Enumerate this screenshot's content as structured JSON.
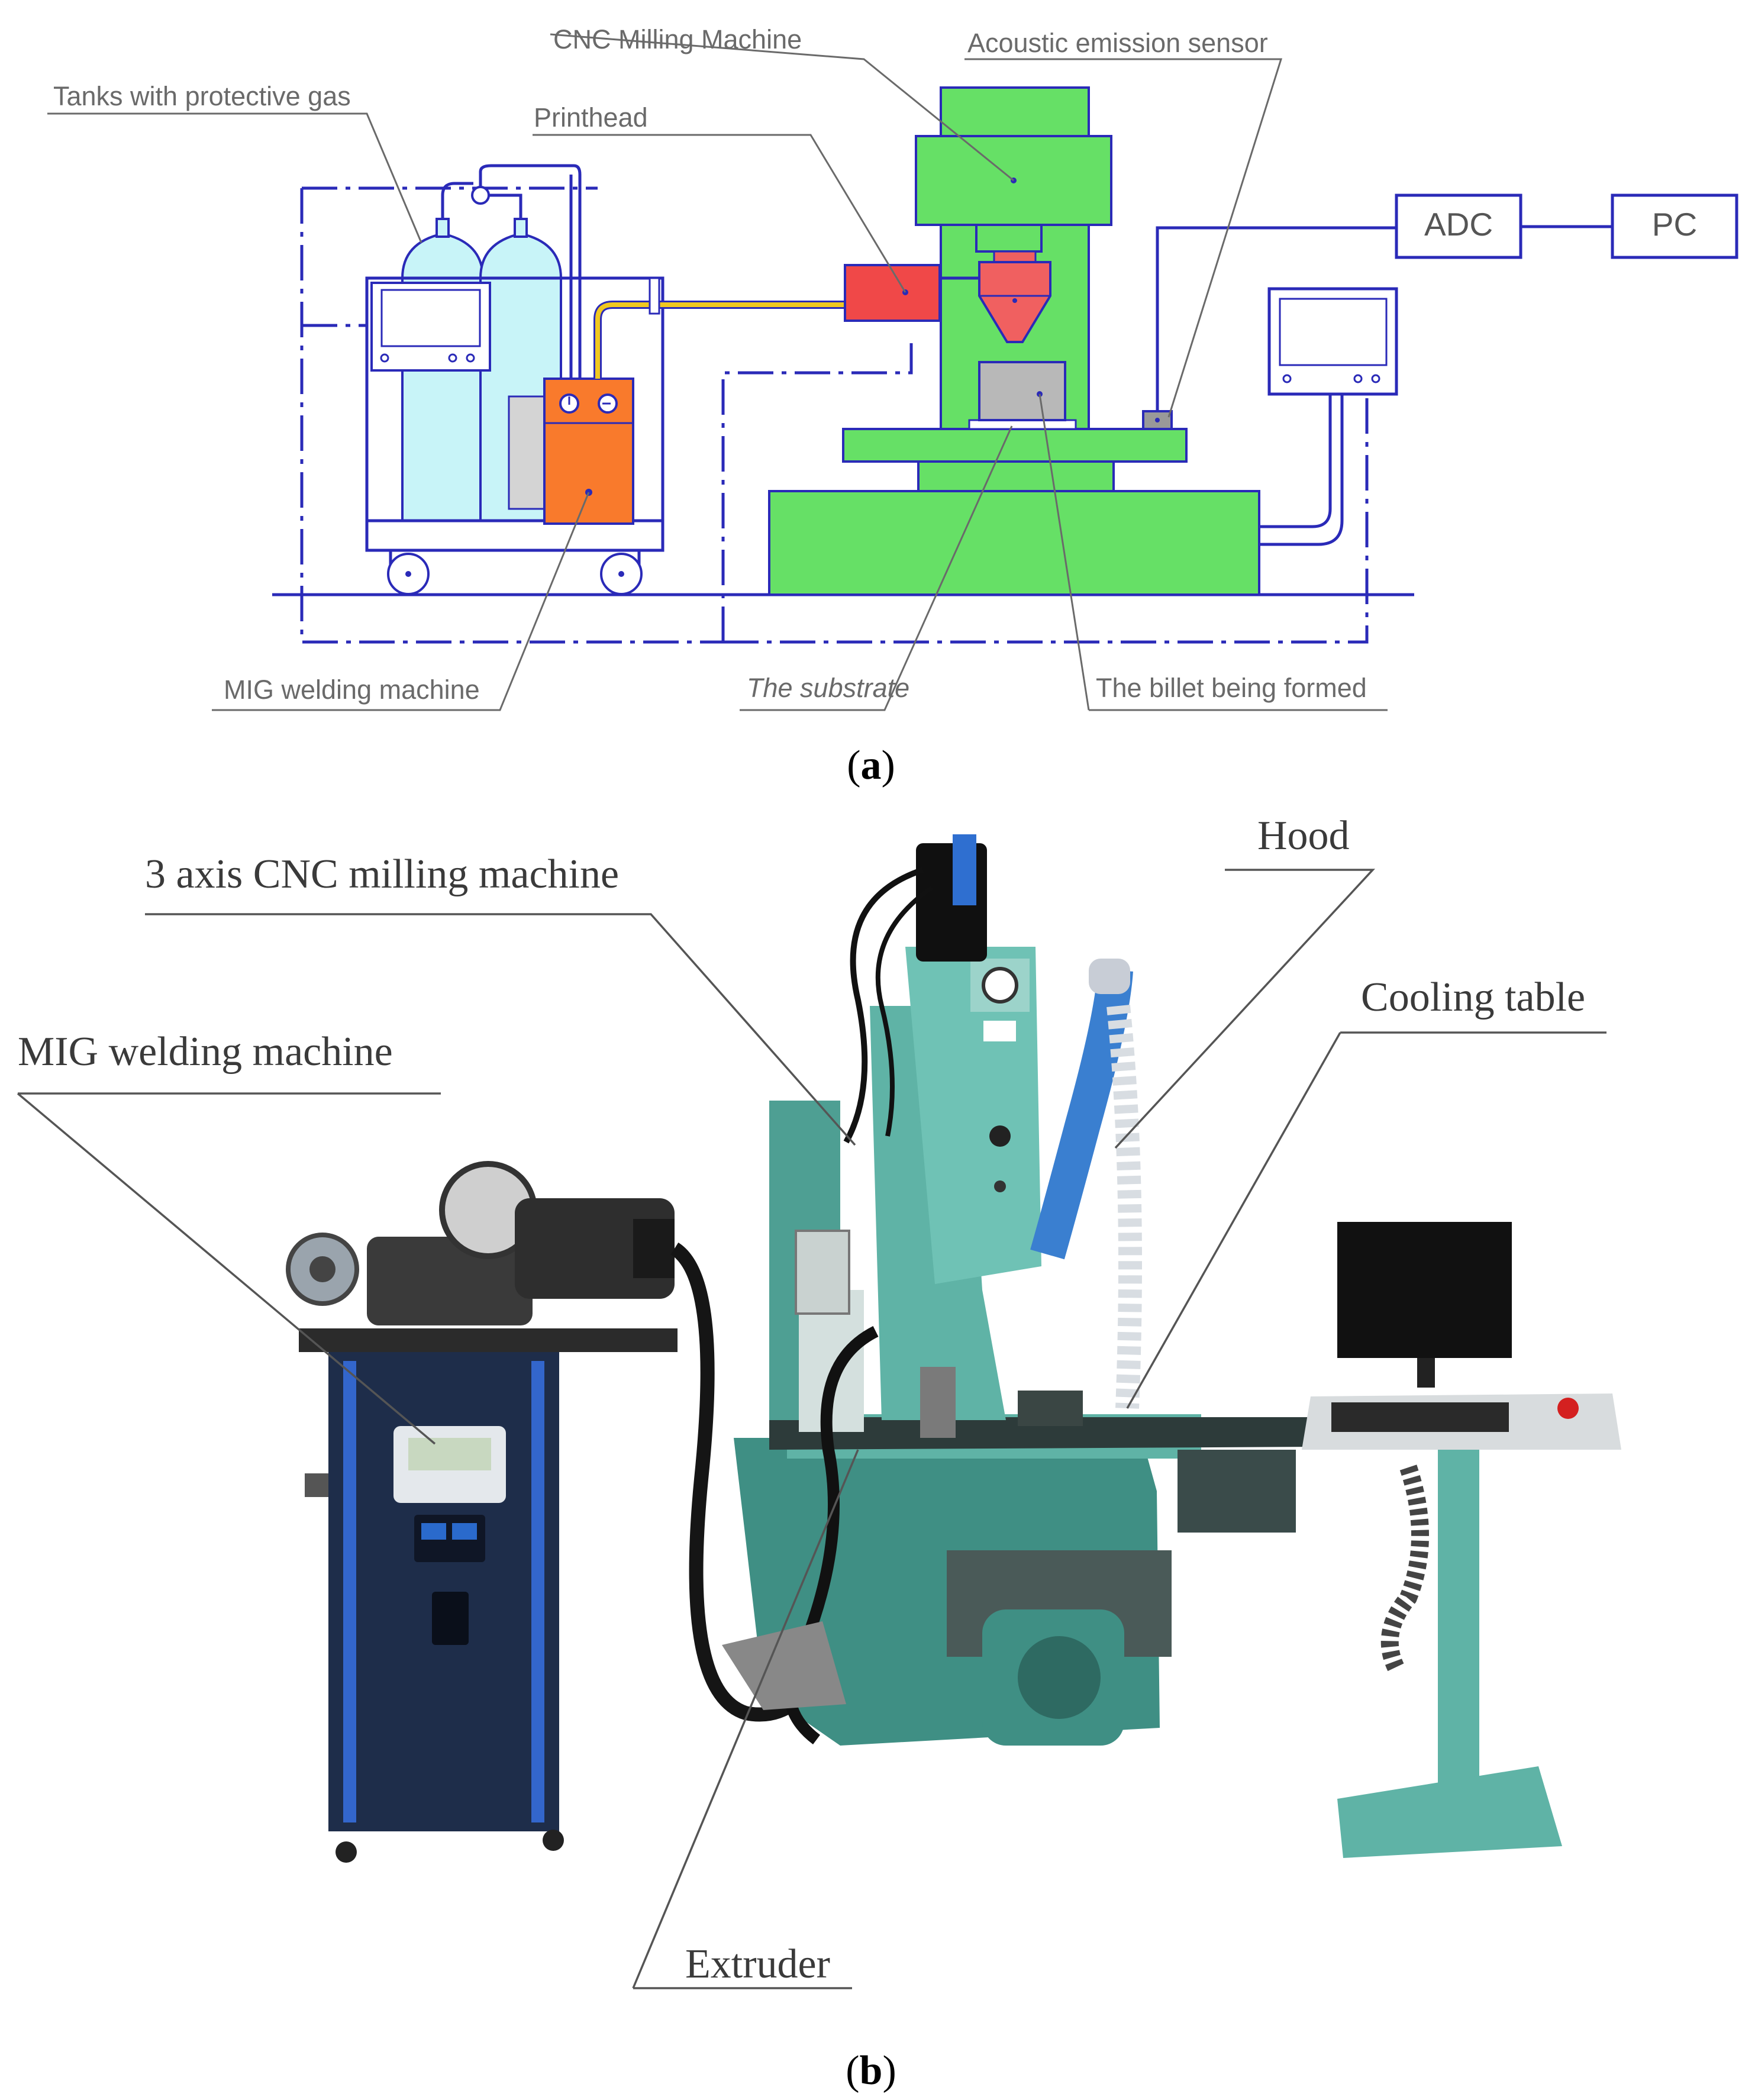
{
  "panel_a": {
    "labels": {
      "cnc_milling_machine": "CNC Milling Machine",
      "acoustic_emission_sensor": "Acoustic emission sensor",
      "tanks_with_protective_gas": "Tanks with protective gas",
      "printhead": "Printhead",
      "adc": "ADC",
      "pc": "PC",
      "mig_welding_machine": "MIG welding machine",
      "the_substrate": "The substrate",
      "the_billet_being_formed": "The billet being formed"
    },
    "caption": {
      "open": "(",
      "letter": "a",
      "close": ")"
    },
    "colors": {
      "machine_green": "#66e066",
      "printhead_red": "#f04848",
      "nozzle_red": "#f06060",
      "gas_tank": "#c8f4f8",
      "welder_orange": "#f97a2c",
      "billet_gray": "#b8b8b8",
      "outline_blue": "#2a2ab8",
      "wire_yellow": "#f0c820"
    }
  },
  "panel_b": {
    "labels": {
      "three_axis_cnc": "3 axis CNC milling machine",
      "hood": "Hood",
      "cooling_table": "Cooling table",
      "mig_welding_machine": "MIG welding machine",
      "extruder": "Extruder"
    },
    "caption": {
      "open": "(",
      "letter": "b",
      "close": ")"
    },
    "colors": {
      "mill_teal": "#5fb3a6",
      "mill_teal_dark": "#3f8f84",
      "welder_body": "#1e2d4a",
      "welder_stripe": "#3366cc",
      "hood_hose": "#3a7fd0",
      "monitor": "#111111"
    }
  }
}
